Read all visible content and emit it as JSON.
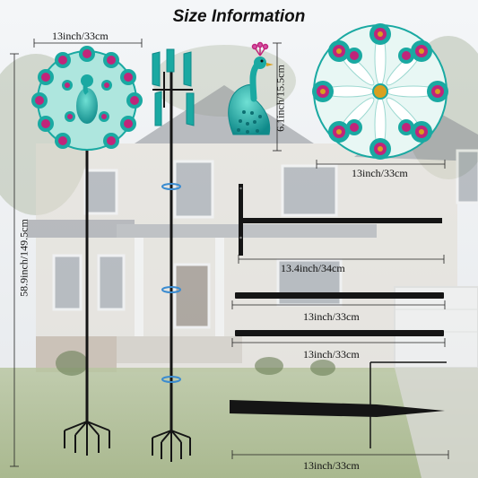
{
  "title": "Size Information",
  "dimensions": {
    "spinner_width": "13inch/33cm",
    "total_height": "58.9inch/149.5cm",
    "peacock_height": "6.1inch/15.5cm",
    "wheel_width": "13inch/33cm",
    "t_pole": "13.4inch/34cm",
    "pole_a": "13inch/33cm",
    "pole_b": "13inch/33cm",
    "stake": "13inch/33cm"
  },
  "colors": {
    "teal": "#1aa9a2",
    "magenta": "#c0257a",
    "gold": "#d8a020",
    "pole": "#151515"
  }
}
